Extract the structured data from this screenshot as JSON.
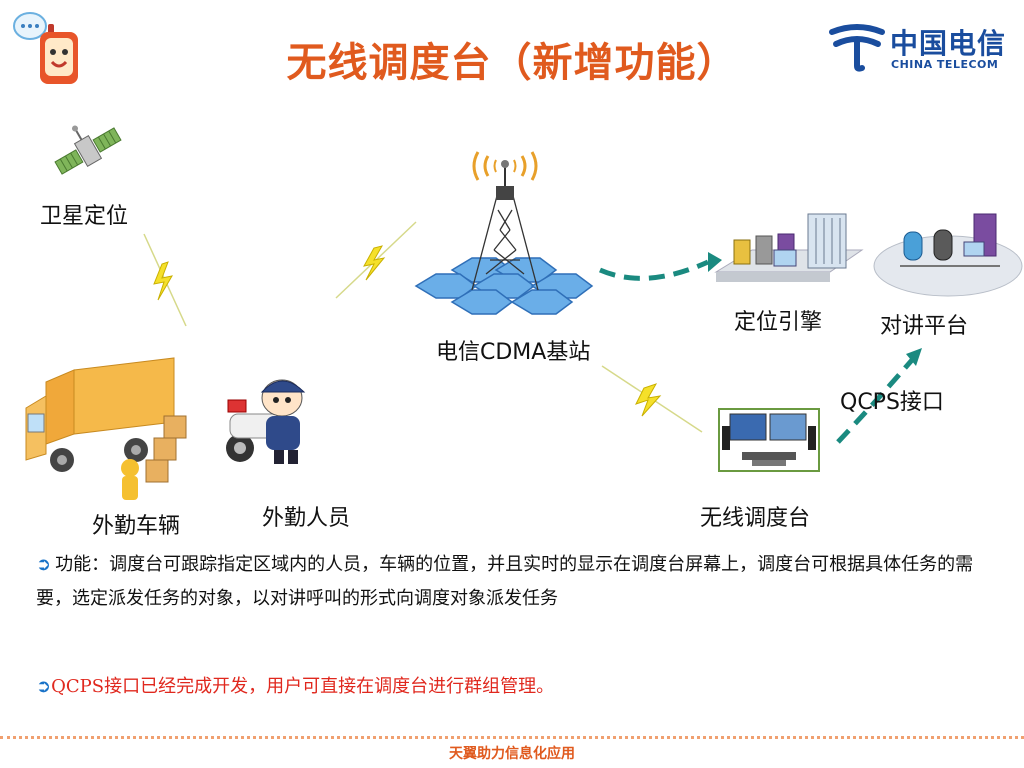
{
  "title": "无线调度台（新增功能）",
  "logo": {
    "cn": "中国电信",
    "en": "CHINA TELECOM"
  },
  "labels": {
    "satellite": "卫星定位",
    "base_station": "电信CDMA基站",
    "positioning_engine": "定位引擎",
    "intercom_platform": "对讲平台",
    "qcps_interface": "QCPS接口",
    "vehicle": "外勤车辆",
    "field_staff": "外勤人员",
    "dispatch_console": "无线调度台"
  },
  "bullets": [
    {
      "text": "功能：调度台可跟踪指定区域内的人员，车辆的位置，并且实时的显示在调度台屏幕上，调度台可根据具体任务的需要，选定派发任务的对象，以对讲呼叫的形式向调度对象派发任务"
    },
    {
      "text": "QCPS接口已经完成开发，用户可直接在调度台进行群组管理。"
    }
  ],
  "footer": "天翼助力信息化应用",
  "colors": {
    "title": "#e05a1e",
    "logo": "#1a4d9e",
    "accent_red": "#e0281e",
    "bullet_arrow": "#1a73c8",
    "teal_arrow": "#1a8a80"
  }
}
